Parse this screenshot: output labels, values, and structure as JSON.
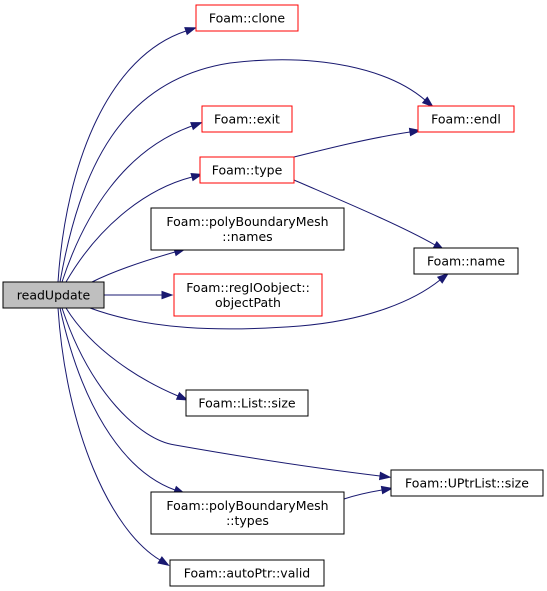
{
  "colors": {
    "edge": "#191970",
    "red_border": "#ff0000",
    "black_border": "#000000",
    "root_fill": "#bfbfbf",
    "node_fill": "#ffffff"
  },
  "nodes": {
    "readUpdate": {
      "lines": [
        "readUpdate"
      ],
      "style": "root"
    },
    "clone": {
      "lines": [
        "Foam::clone"
      ],
      "style": "red"
    },
    "endl": {
      "lines": [
        "Foam::endl"
      ],
      "style": "red"
    },
    "exit": {
      "lines": [
        "Foam::exit"
      ],
      "style": "red"
    },
    "type": {
      "lines": [
        "Foam::type"
      ],
      "style": "red"
    },
    "names": {
      "lines": [
        "Foam::polyBoundaryMesh",
        "::names"
      ],
      "style": "black"
    },
    "name": {
      "lines": [
        "Foam::name"
      ],
      "style": "black"
    },
    "objectPath": {
      "lines": [
        "Foam::regIOobject::",
        "objectPath"
      ],
      "style": "red"
    },
    "listSize": {
      "lines": [
        "Foam::List::size"
      ],
      "style": "black"
    },
    "uptrSize": {
      "lines": [
        "Foam::UPtrList::size"
      ],
      "style": "black"
    },
    "types": {
      "lines": [
        "Foam::polyBoundaryMesh",
        "::types"
      ],
      "style": "black"
    },
    "valid": {
      "lines": [
        "Foam::autoPtr::valid"
      ],
      "style": "black"
    }
  },
  "edges": [
    [
      "readUpdate",
      "clone"
    ],
    [
      "readUpdate",
      "endl"
    ],
    [
      "readUpdate",
      "exit"
    ],
    [
      "readUpdate",
      "type"
    ],
    [
      "readUpdate",
      "names"
    ],
    [
      "readUpdate",
      "objectPath"
    ],
    [
      "readUpdate",
      "name"
    ],
    [
      "readUpdate",
      "listSize"
    ],
    [
      "readUpdate",
      "uptrSize"
    ],
    [
      "readUpdate",
      "types"
    ],
    [
      "readUpdate",
      "valid"
    ],
    [
      "type",
      "endl"
    ],
    [
      "type",
      "name"
    ],
    [
      "types",
      "uptrSize"
    ]
  ]
}
